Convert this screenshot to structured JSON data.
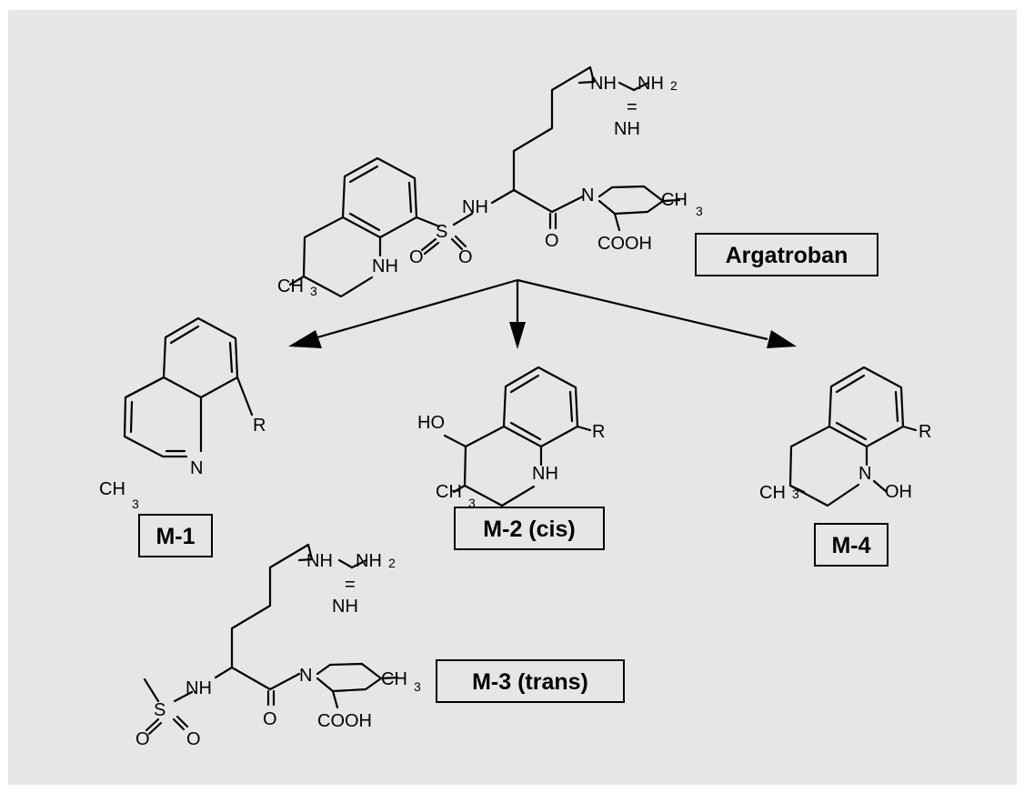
{
  "labels": {
    "argatroban": "Argatroban",
    "m1": "M-1",
    "m2": "M-2 (cis)",
    "m3": "M-3 (trans)",
    "m4": "M-4"
  },
  "atoms": {
    "nh": "NH",
    "nh2": "NH",
    "sub2": "2",
    "sub3": "3",
    "eq": "=",
    "n": "N",
    "o": "O",
    "s": "S",
    "ch": "CH",
    "cooh": "COOH",
    "ho": "HO",
    "oh": "OH",
    "r": "R"
  }
}
